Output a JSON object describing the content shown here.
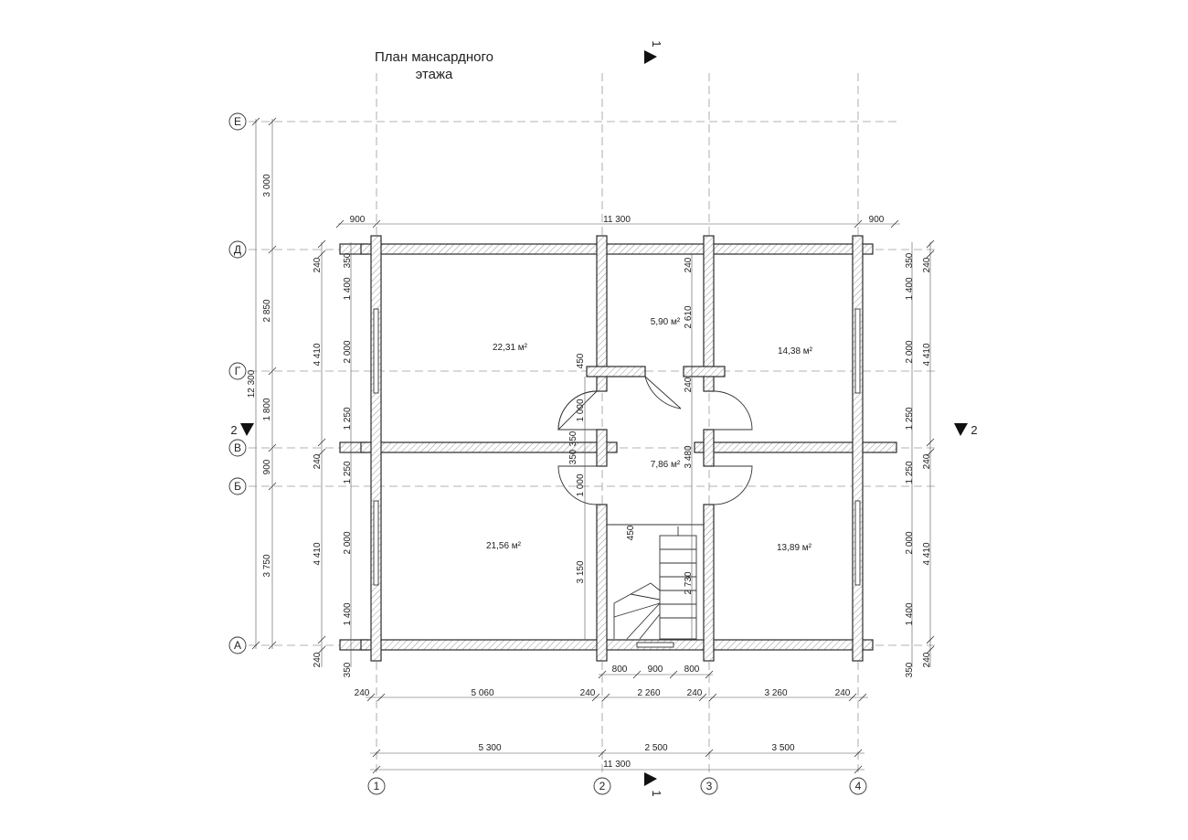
{
  "title_line1": "План мансардного",
  "title_line2": "этажа",
  "axes": {
    "vertical": [
      "1",
      "2",
      "3",
      "4"
    ],
    "horizontal": [
      "А",
      "Б",
      "В",
      "Г",
      "Д",
      "Е"
    ]
  },
  "section_marks": {
    "s1": "1",
    "s2": "2"
  },
  "rooms": {
    "nw": "22,31 м²",
    "center_top": "5,90 м²",
    "ne": "14,38 м²",
    "hall": "7,86 м²",
    "sw": "21,56 м²",
    "se": "13,89 м²"
  },
  "dims": {
    "top_900": "900",
    "top_11300": "11 300",
    "b_240": "240",
    "b_5060": "5 060",
    "b_2260": "2 260",
    "b_3260": "3 260",
    "b_800": "800",
    "b_900": "900",
    "b_5300": "5 300",
    "b_2500": "2 500",
    "b_3500": "3 500",
    "b_11300": "11 300",
    "l_3000": "3 000",
    "l_2850": "2 850",
    "l_1800": "1 800",
    "l_900": "900",
    "l_3750": "3 750",
    "l_12300": "12 300",
    "l_4410": "4 410",
    "l_240": "240",
    "l_350": "350",
    "l_1400": "1 400",
    "l_2000": "2 000",
    "l_1250": "1 250",
    "c_450": "450",
    "c_1000": "1 000",
    "c_350": "350",
    "c_3150": "3 150",
    "c_2610": "2 610",
    "c_3480": "3 480",
    "c_2730": "2 730",
    "c_240": "240"
  }
}
